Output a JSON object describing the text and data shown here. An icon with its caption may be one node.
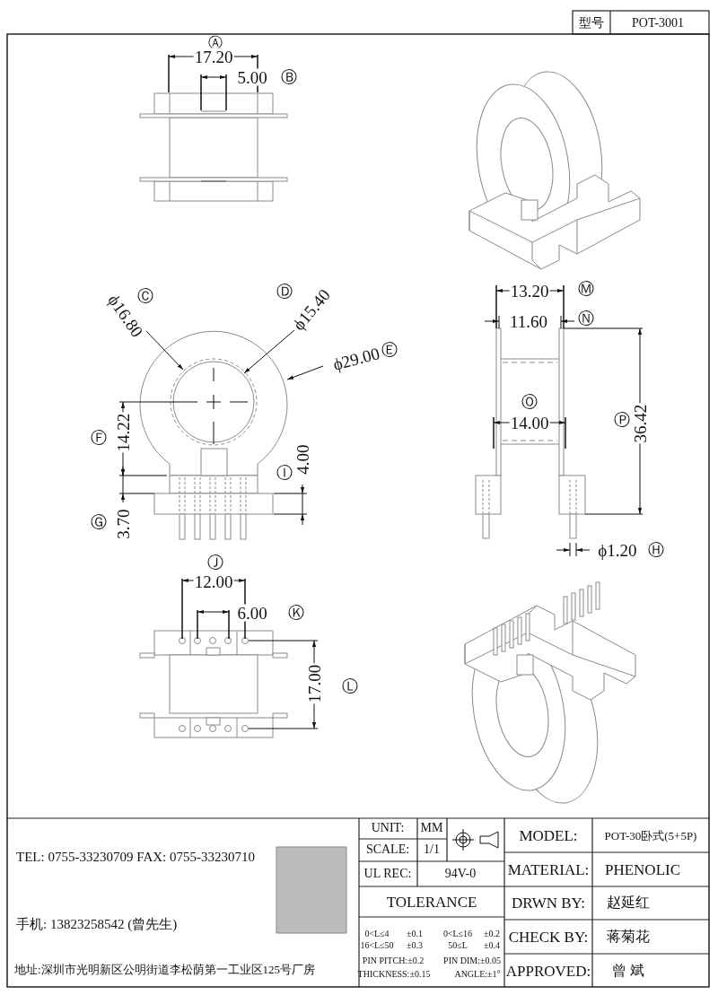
{
  "diagram": {
    "labels": [
      "型号",
      "POT-3001",
      "Ⓐ",
      "17.20",
      "5.00",
      "Ⓑ",
      "Ⓒ",
      "ϕ16.80",
      "Ⓓ",
      "ϕ15.40",
      "ϕ29.00",
      "Ⓔ",
      "Ⓕ",
      "14.22",
      "4.00",
      "Ⓘ",
      "Ⓖ",
      "3.70",
      "13.20",
      "Ⓜ",
      "11.60",
      "Ⓝ",
      "Ⓞ",
      "14.00",
      "Ⓟ",
      "36.42",
      "ϕ1.20",
      "Ⓗ",
      "Ⓙ",
      "12.00",
      "6.00",
      "Ⓚ",
      "17.00",
      "Ⓛ",
      "TEL: 0755-33230709 FAX: 0755-33230710",
      "手机: 13823258542 (曾先生)",
      "地址:深圳市光明新区公明街道李松荫第一工业区125号厂房",
      "UNIT:",
      "MM",
      "SCALE:",
      "1/1",
      "UL REC:",
      "94V-0",
      "TOLERANCE",
      "0<L≤4",
      "±0.1",
      "0<L≤16",
      "±0.2",
      "16<L≤50",
      "±0.3",
      "50≤L",
      "±0.4",
      "PIN PITCH:±0.2",
      "PIN DIM:±0.05",
      "THICKNESS:±0.15",
      "ANGLE:±1°",
      "MODEL:",
      "POT-30卧式(5+5P)",
      "MATERIAL:",
      "PHENOLIC",
      "DRWN BY:",
      "赵延红",
      "CHECK BY:",
      "蒋菊花",
      "APPROVED:",
      "曾 斌"
    ]
  }
}
